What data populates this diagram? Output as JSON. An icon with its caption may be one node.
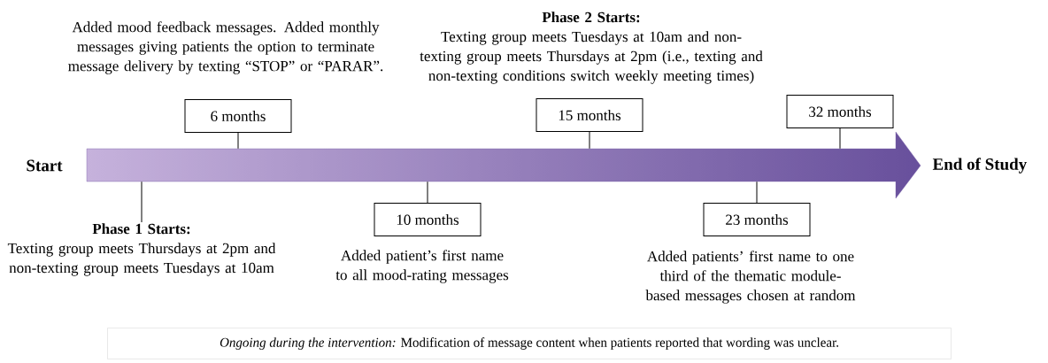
{
  "diagram": {
    "nodes": [
      {
        "text": [],
        "shape": "arrow"
      },
      {
        "text": [
          "6 months"
        ],
        "beside": [
          "Added mood feedback messages. Added monthly messages giving patients the option to terminate message delivery by texting “STOP” or “PARAR”."
        ]
      },
      {
        "text": [
          "Phase 1 Starts:",
          "Texting group meets Thursdays at 2pm and non-texting group meets Tuesdays at 10am"
        ]
      },
      {
        "text": [
          "10 months"
        ],
        "beside": [
          "Added patient’s first name to all mood-rating messages"
        ]
      },
      {
        "text": [
          "15 months"
        ],
        "beside": [
          "Phase 2 Starts:",
          "Texting group meets Tuesdays at 10am and non-texting group meets Thursdays at 2pm (i.e., texting and non-texting conditions switch weekly meeting times)"
        ]
      },
      {
        "text": [
          "23 months"
        ],
        "beside": [
          "Added patients’ first name to one third of the thematic module-based messages chosen at random"
        ]
      },
      {
        "text": [
          "32 months"
        ]
      },
      {
        "text": [
          "*Ongoing during the intervention:* Modification of message content when patients reported that wording was unclear."
        ]
      }
    ],
    "edges": [
      {
        "from": 1,
        "to": 0,
        "arrow": "none"
      },
      {
        "from": 2,
        "to": 0,
        "arrow": "none"
      },
      {
        "from": 3,
        "to": 0,
        "arrow": "none"
      },
      {
        "from": 4,
        "to": 0,
        "arrow": "none"
      },
      {
        "from": 5,
        "to": 0,
        "arrow": "none"
      },
      {
        "from": 6,
        "to": 0,
        "arrow": "none"
      }
    ],
    "labels": [
      "Start",
      "End of Study"
    ]
  }
}
